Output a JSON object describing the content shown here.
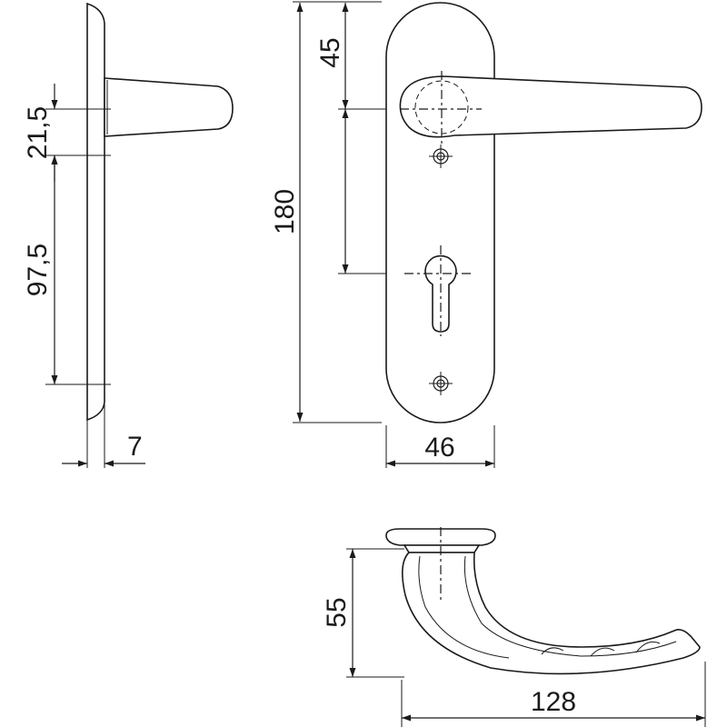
{
  "dimensions": {
    "side_offset": "21,5",
    "side_spacing": "97,5",
    "plate_thickness": "7",
    "plate_height": "180",
    "handle_axis_offset": "45",
    "plate_width": "46",
    "handle_projection": "55",
    "handle_length": "128"
  },
  "colors": {
    "line": "#1a1a1a",
    "background": "#ffffff"
  }
}
